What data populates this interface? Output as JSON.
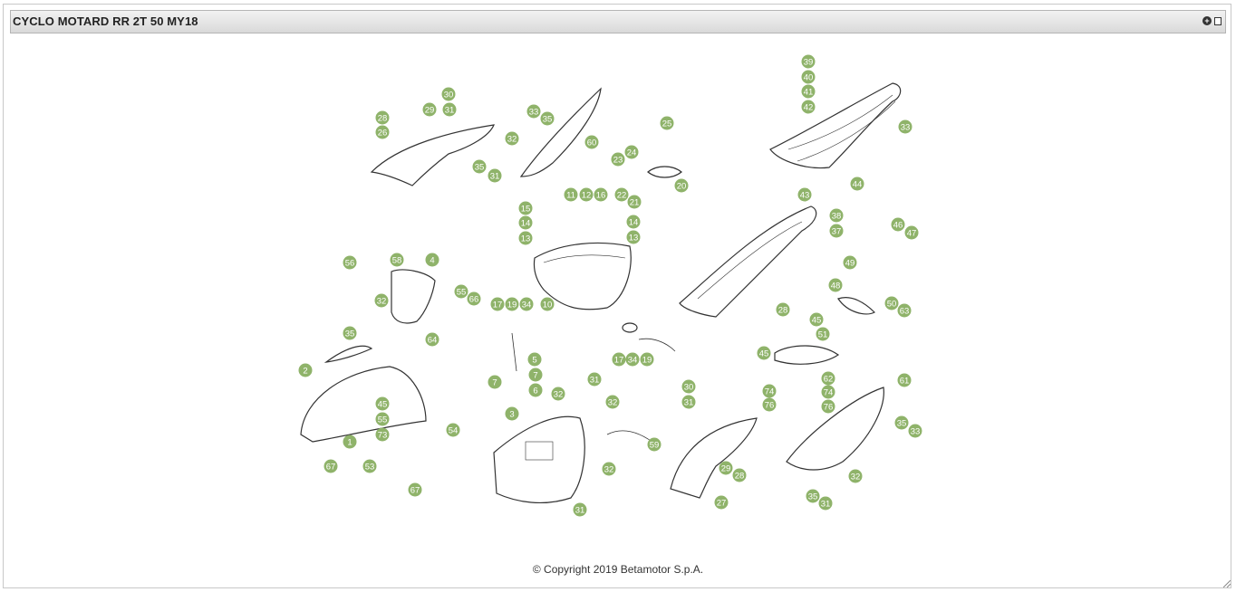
{
  "panel": {
    "title": "CYCLO MOTARD RR 2T 50 MY18",
    "icons": [
      "expand-icon",
      "popout-icon"
    ]
  },
  "footer": {
    "copyright": "© Copyright 2019 Betamotor S.p.A."
  },
  "colors": {
    "badge": "#8fb36a",
    "badge_text": "#ffffff",
    "line": "#333333"
  },
  "callouts": [
    "39",
    "40",
    "41",
    "42",
    "33",
    "43",
    "44",
    "30",
    "31",
    "28",
    "29",
    "26",
    "35",
    "31",
    "33",
    "35",
    "32",
    "60",
    "25",
    "24",
    "23",
    "22",
    "21",
    "20",
    "15",
    "14",
    "13",
    "11",
    "12",
    "16",
    "14",
    "13",
    "38",
    "37",
    "46",
    "47",
    "49",
    "48",
    "50",
    "63",
    "56",
    "58",
    "4",
    "32",
    "55",
    "66",
    "17",
    "19",
    "34",
    "10",
    "35",
    "2",
    "64",
    "45",
    "55",
    "73",
    "1",
    "54",
    "53",
    "67",
    "67",
    "5",
    "7",
    "7",
    "6",
    "17",
    "34",
    "19",
    "31",
    "32",
    "32",
    "3",
    "59",
    "32",
    "31",
    "30",
    "31",
    "74",
    "76",
    "29",
    "28",
    "27",
    "28",
    "45",
    "51",
    "45",
    "62",
    "74",
    "76",
    "61",
    "35",
    "33",
    "32",
    "35",
    "31"
  ]
}
